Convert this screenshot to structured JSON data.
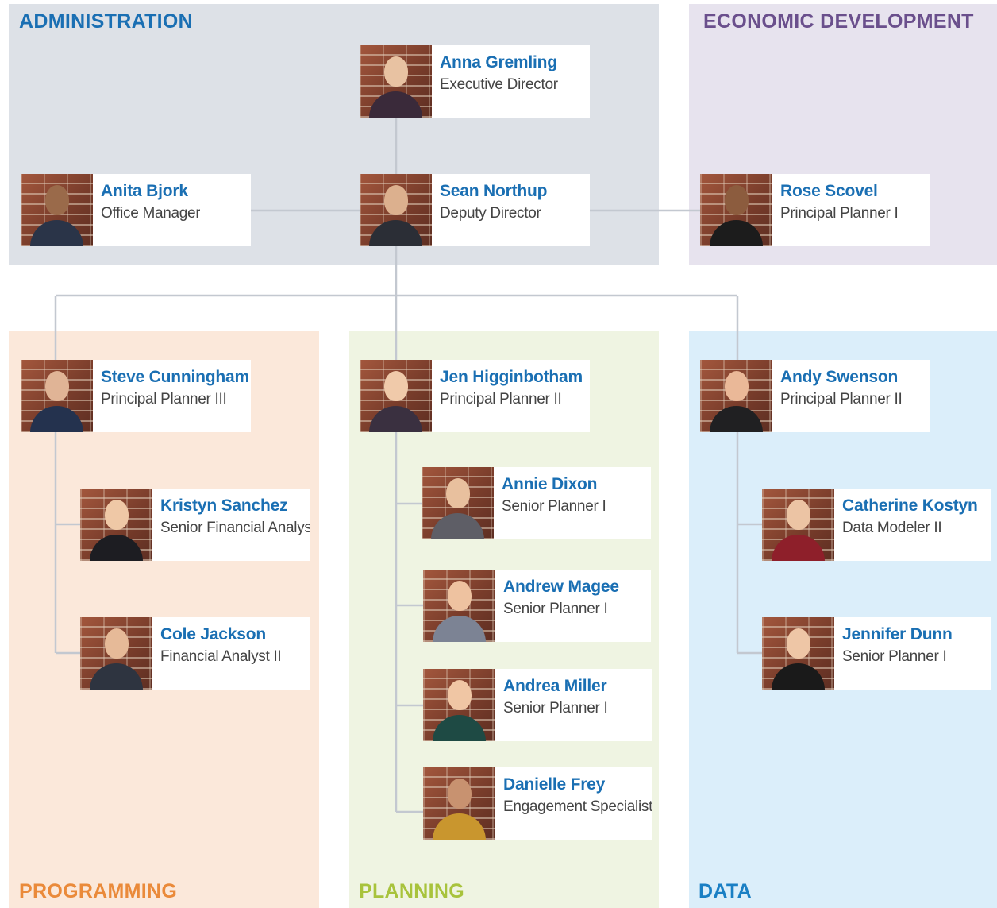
{
  "colors": {
    "name_text": "#1a6fb3",
    "title_text": "#444444",
    "connector": "#c3c8d0",
    "administration": "#1a6fb3",
    "economic_development": "#6a4f8c",
    "programming": "#ea8a3a",
    "planning": "#a8c33c",
    "data": "#1a7fc4"
  },
  "departments": {
    "administration": "ADMINISTRATION",
    "economic_development": "ECONOMIC DEVELOPMENT",
    "programming": "PROGRAMMING",
    "planning": "PLANNING",
    "data": "DATA"
  },
  "people": {
    "anna_gremling": {
      "name": "Anna Gremling",
      "title": "Executive Director"
    },
    "anita_bjork": {
      "name": "Anita Bjork",
      "title": "Office Manager"
    },
    "sean_northup": {
      "name": "Sean Northup",
      "title": "Deputy Director"
    },
    "rose_scovel": {
      "name": "Rose Scovel",
      "title": "Principal Planner I"
    },
    "steve_cunningham": {
      "name": "Steve Cunningham",
      "title": "Principal Planner III"
    },
    "kristyn_sanchez": {
      "name": "Kristyn Sanchez",
      "title": "Senior Financial Analyst"
    },
    "cole_jackson": {
      "name": "Cole Jackson",
      "title": "Financial Analyst II"
    },
    "jen_higginbotham": {
      "name": "Jen Higginbotham",
      "title": "Principal Planner II"
    },
    "annie_dixon": {
      "name": "Annie Dixon",
      "title": "Senior Planner I"
    },
    "andrew_magee": {
      "name": "Andrew Magee",
      "title": "Senior Planner I"
    },
    "andrea_miller": {
      "name": "Andrea Miller",
      "title": "Senior Planner I"
    },
    "danielle_frey": {
      "name": "Danielle Frey",
      "title": "Engagement Specialist"
    },
    "andy_swenson": {
      "name": "Andy Swenson",
      "title": "Principal Planner II"
    },
    "catherine_kostyn": {
      "name": "Catherine Kostyn",
      "title": "Data Modeler II"
    },
    "jennifer_dunn": {
      "name": "Jennifer Dunn",
      "title": "Senior Planner I"
    }
  }
}
